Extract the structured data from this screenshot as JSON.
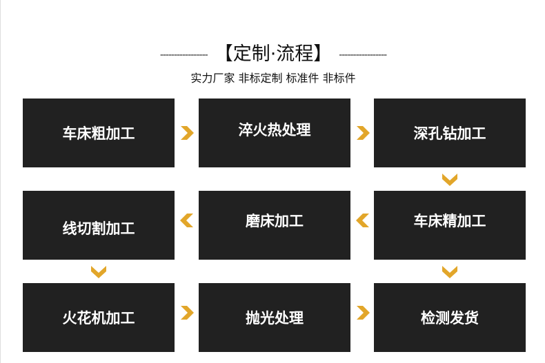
{
  "header": {
    "title": "【定制·流程】",
    "dashes": "-----------------",
    "subtitle": "实力厂家 非标定制 标准件  非标件"
  },
  "steps": [
    "车床粗加工",
    "淬火热处理",
    "深孔钻加工",
    "车床精加工",
    "磨床加工",
    "线切割加工",
    "火花机加工",
    "抛光处理",
    "检测发货"
  ],
  "colors": {
    "box": "#212121",
    "arrow": "#e2a62a"
  }
}
